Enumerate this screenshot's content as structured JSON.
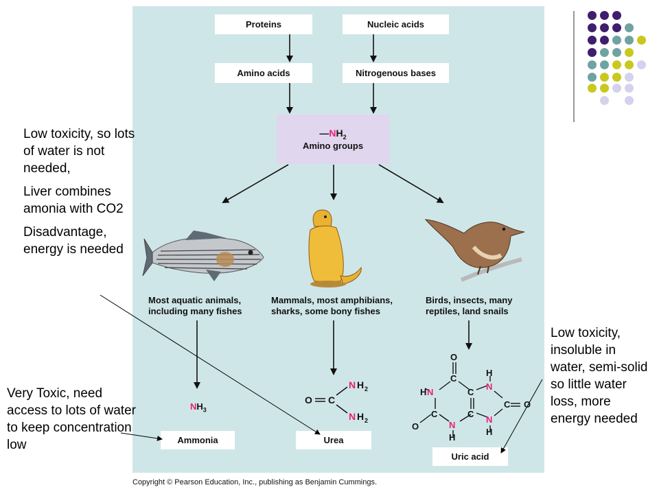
{
  "boxes": {
    "proteins": "Proteins",
    "nucleic_acids": "Nucleic acids",
    "amino_acids": "Amino acids",
    "nitrogenous_bases": "Nitrogenous bases",
    "amino_groups_formula": "—NH2",
    "amino_groups_label": "Amino groups"
  },
  "captions": {
    "fish": [
      "Most aquatic animals,",
      "including many fishes"
    ],
    "mammal": [
      "Mammals, most amphibians,",
      "sharks, some bony fishes"
    ],
    "bird": [
      "Birds, insects, many",
      "reptiles, land snails"
    ]
  },
  "products": {
    "ammonia_formula": "NH3",
    "ammonia_label": "Ammonia",
    "urea_label": "Urea",
    "uric_acid_label": "Uric acid"
  },
  "notes": {
    "urea": [
      "Low toxicity, so lots of water is not needed,",
      "Liver combines amonia with CO2",
      "Disadvantage, energy is needed"
    ],
    "ammonia": "Very Toxic, need access to lots of water to keep concentration low",
    "uric": "Low toxicity, insoluble in water, semi-solid so little water loss, more energy needed"
  },
  "copyright": "Copyright © Pearson Education, Inc., publishing as Benjamin Cummings.",
  "colors": {
    "panel": "#cfe6e8",
    "amino_box": "#e0d6ee",
    "nitrogen": "#e8207a",
    "purple": "#3f1e6e",
    "teal": "#6fa3a1",
    "lime": "#c8c820",
    "lavender": "#d4d2ec"
  }
}
